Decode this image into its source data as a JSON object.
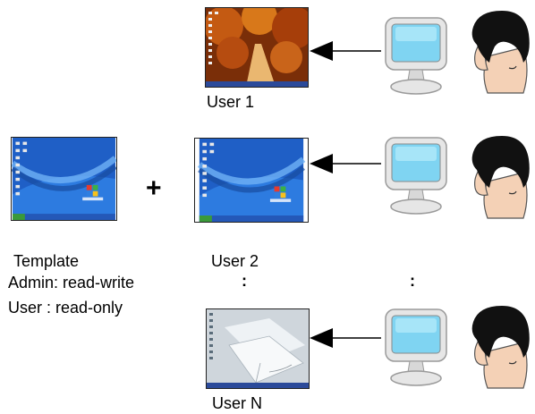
{
  "template": {
    "title": "Template",
    "admin_line": "Admin: read-write",
    "user_line": "User : read-only"
  },
  "operator": "+",
  "ellipsis": ":",
  "users": [
    {
      "label": "User 1",
      "wallpaper": "autumn"
    },
    {
      "label": "User 2",
      "wallpaper": "windows-xp"
    },
    {
      "label": "User N",
      "wallpaper": "windows-book"
    }
  ],
  "colors": {
    "screen": "#7fd4f2",
    "monitor_body": "#e6e6e6",
    "hair": "#111111",
    "skin": "#f4d1b6"
  }
}
